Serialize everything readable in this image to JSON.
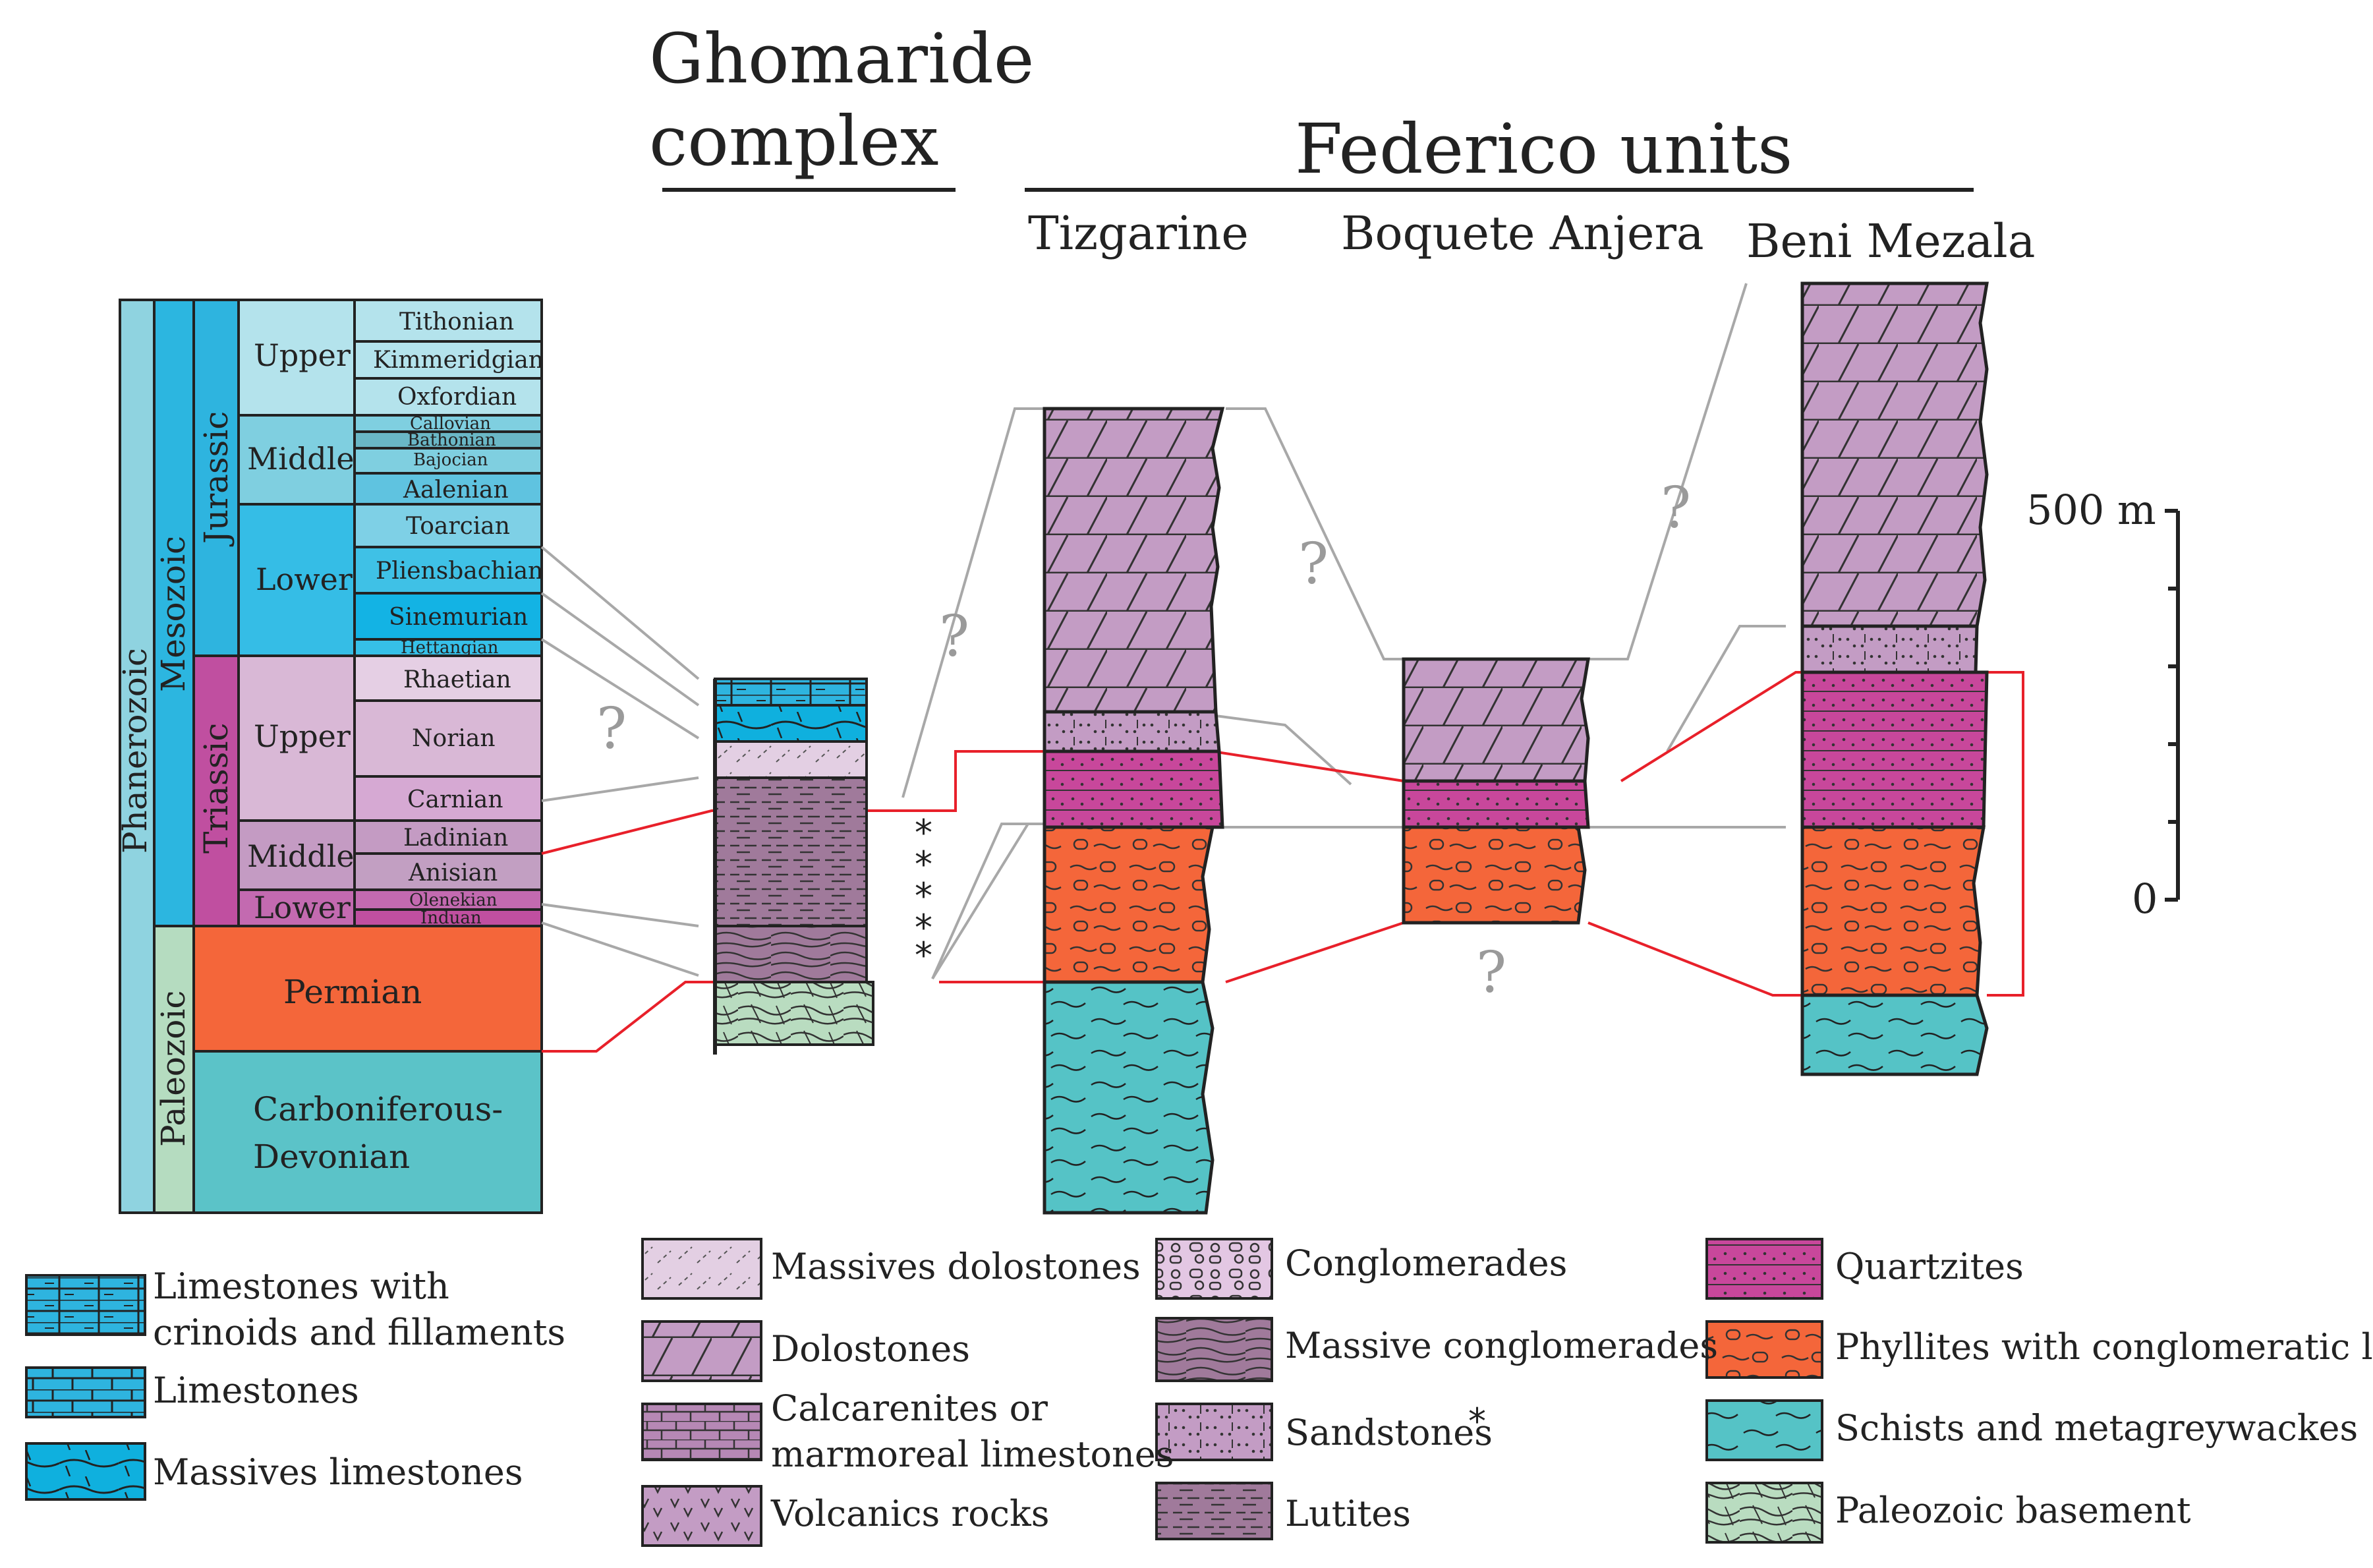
{
  "titles": {
    "ghomaride_line1": "Ghomaride",
    "ghomaride_line2": "complex",
    "federico": "Federico units",
    "tizgarine": "Tizgarine",
    "boquete": "Boquete Anjera",
    "beni": "Beni Mezala"
  },
  "scale": {
    "top_label": "500 m",
    "bottom_label": "0"
  },
  "chronostratigraphy": {
    "eon": "Phanerozoic",
    "eras": {
      "mesozoic": "Mesozoic",
      "paleozoic": "Paleozoic"
    },
    "periods": {
      "jurassic": "Jurassic",
      "triassic": "Triassic"
    },
    "epochs": {
      "jur_upper": "Upper",
      "jur_middle": "Middle",
      "jur_lower": "Lower",
      "tri_upper": "Upper",
      "tri_middle": "Middle",
      "tri_lower": "Lower"
    },
    "stages": {
      "tithonian": "Tithonian",
      "kimmeridgian": "Kimmeridgian",
      "oxfordian": "Oxfordian",
      "callovian": "Callovian",
      "bathonian": "Bathonian",
      "bajocian": "Bajocian",
      "aalenian": "Aalenian",
      "toarcian": "Toarcian",
      "pliensbachian": "Pliensbachian",
      "sinemurian": "Sinemurian",
      "hettangian": "Hettangian",
      "rhaetian": "Rhaetian",
      "norian": "Norian",
      "carnian": "Carnian",
      "ladinian": "Ladinian",
      "anisian": "Anisian",
      "olenekian": "Olenekian",
      "induan": "Induan"
    },
    "permian": "Permian",
    "carb_line1": "Carboniferous-",
    "carb_line2": "Devonian"
  },
  "question_mark": "?",
  "asterisk": "*",
  "legend": {
    "lim_crinoids_1": "Limestones with",
    "lim_crinoids_2": "crinoids and fillaments",
    "limestones": "Limestones",
    "massive_limestones": "Massives limestones",
    "massive_dolostones": "Massives dolostones",
    "dolostones": "Dolostones",
    "calcarenites_1": "Calcarenites or",
    "calcarenites_2": "marmoreal limestones",
    "volcanics": "Volcanics rocks",
    "conglomerades": "Conglomerades",
    "massive_conglomerades": "Massive conglomerades",
    "sandstones": "Sandstones",
    "lutites": "Lutites",
    "quartzites": "Quartzites",
    "phyllites": "Phyllites with conglomeratic levels",
    "schists": "Schists and metagreywackes",
    "paleozoic_basement": "Paleozoic basement"
  },
  "colors": {
    "phanerozoic": "#8fd3e0",
    "mesozoic": "#2cb6e0",
    "jurassic": "#2eb4df",
    "triassic": "#c04fa0",
    "paleozoic": "#b5dcc0",
    "permian": "#f4663a",
    "carb_devonian": "#5bc3c8",
    "upper_jur": "#b4e3ec",
    "middle_jur": "#7fcfe0",
    "lower_jur": "#35bde6",
    "upper_tri": "#d9b8d6",
    "middle_tri": "#c49bc3",
    "lower_tri": "#c36ab0",
    "dolostone": "#c39cc4",
    "quartzite": "#c8479b",
    "phyllite": "#f4663a",
    "schist": "#55c3c6",
    "basement": "#b9dcc0",
    "red_correlation": "#e8202a",
    "grey_correlation": "#a8a8a8"
  }
}
